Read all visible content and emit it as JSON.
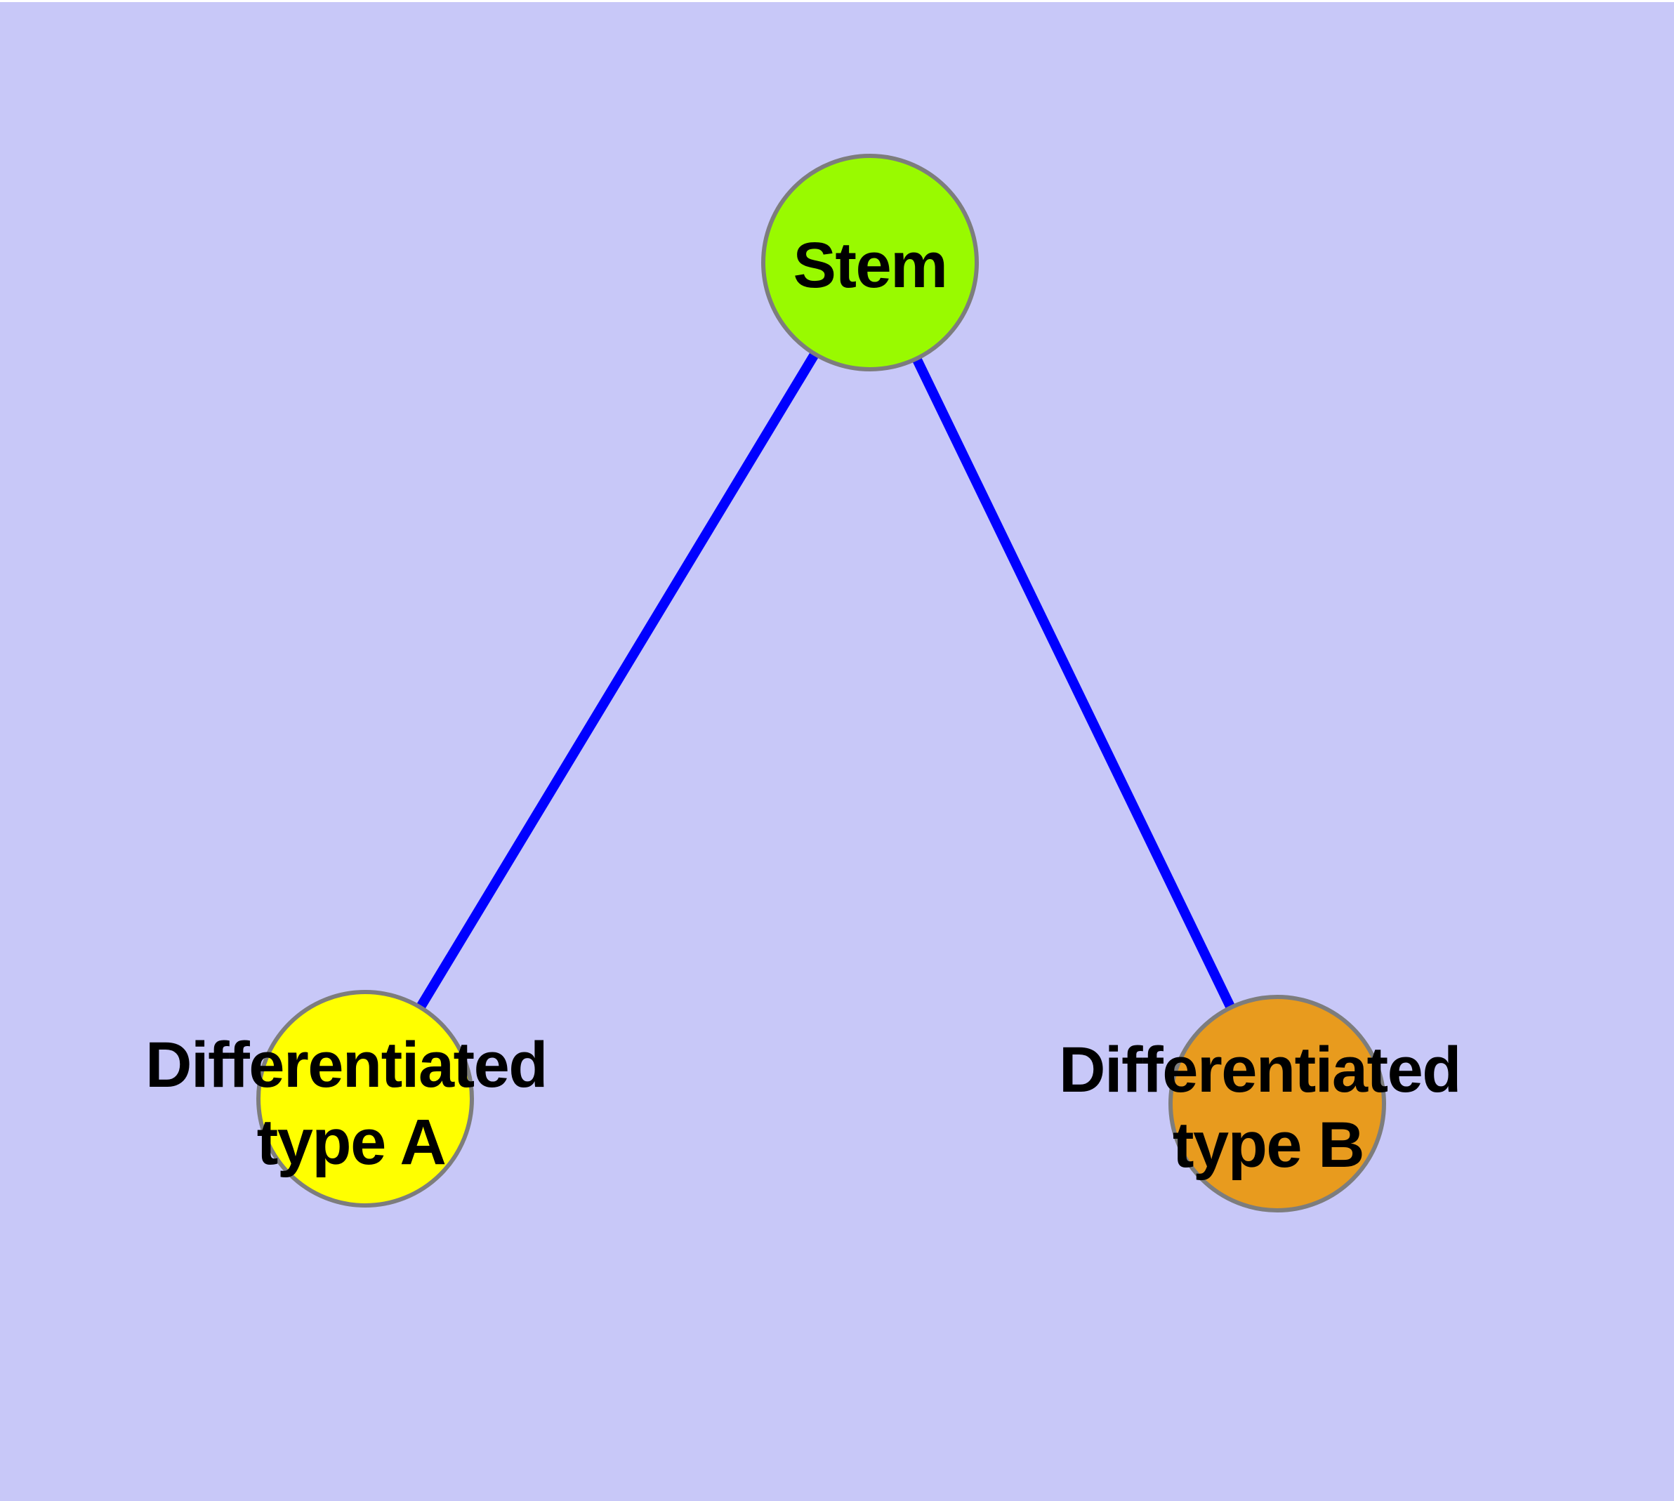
{
  "diagram": {
    "type": "graph",
    "background_color": "#C8C8F8",
    "top_margin_color": "#FFFFFF",
    "edge_color": "#0000FF",
    "node_border_color": "#7D7D7D",
    "label_color": "#000000",
    "nodes": [
      {
        "id": "stem",
        "label": "Stem",
        "fill": "#99FA00"
      },
      {
        "id": "differentiated-type-a",
        "label_lines": [
          "Differentiated",
          "type A"
        ],
        "fill": "#FFFF00"
      },
      {
        "id": "differentiated-type-b",
        "label_lines": [
          "Differentiated",
          "type B"
        ],
        "fill": "#E89B1E"
      }
    ],
    "edges": [
      {
        "from": "Stem",
        "to": "Differentiated type A"
      },
      {
        "from": "Stem",
        "to": "Differentiated type B"
      }
    ]
  }
}
